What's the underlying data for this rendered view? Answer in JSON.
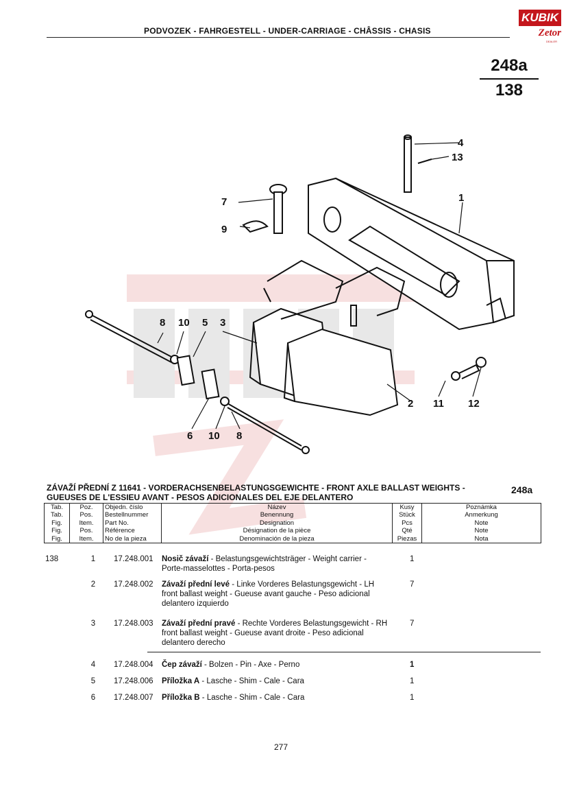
{
  "header": {
    "title": "PODVOZEK - FAHRGESTELL - UNDER-CARRIAGE - CHÂSSIS - CHASIS",
    "logo_top": "KUBIK",
    "logo_bottom": "Zetor",
    "logo_sub": "DEALER"
  },
  "page_ref": {
    "group": "248a",
    "number": "138"
  },
  "callouts": [
    "4",
    "13",
    "7",
    "1",
    "9",
    "8",
    "10",
    "5",
    "3",
    "2",
    "11",
    "12",
    "6",
    "10",
    "8"
  ],
  "section": {
    "title_line1": "ZÁVAŽÍ PŘEDNÍ Z 11641 - VORDERACHSENBELASTUNGSGEWICHTE - FRONT AXLE BALLAST WEIGHTS -",
    "title_line2": "GUEUSES DE L'ESSIEU AVANT - PESOS ADICIONALES DEL EJE DELANTERO",
    "code": "248a"
  },
  "table_header": {
    "tab": [
      "Tab.",
      "Tab.",
      "Fig.",
      "Fig.",
      "Fig."
    ],
    "pos": [
      "Poz.",
      "Pos.",
      "Item.",
      "Pos.",
      "Item."
    ],
    "part": [
      "Objedn. číslo",
      "Bestellnummer",
      "Part No.",
      "Référence",
      "No de la pieza"
    ],
    "name": [
      "Název",
      "Benennung",
      "Designation",
      "Désignation de la pièce",
      "Denominación de la pieza"
    ],
    "qty": [
      "Kusy",
      "Stück",
      "Pcs",
      "Qté",
      "Piezas"
    ],
    "note": [
      "Poznámka",
      "Anmerkung",
      "Note",
      "Note",
      "Nota"
    ]
  },
  "rows": [
    {
      "tab": "138",
      "pos": "1",
      "part": "17.248.001",
      "name_cz": "Nosič závaží",
      "desc": " - Belastungsgewichtsträger - Weight carrier - Porte-masselottes - Porta-pesos",
      "qty": "1"
    },
    {
      "tab": "",
      "pos": "2",
      "part": "17.248.002",
      "name_cz": "Závaží přední levé",
      "desc": " - Linke Vorderes Belastungsgewicht - LH front ballast weight - Gueuse avant gauche - Peso adicional delantero izquierdo",
      "qty": "7"
    },
    {
      "tab": "",
      "pos": "3",
      "part": "17.248.003",
      "name_cz": "Závaží přední pravé",
      "desc": " - Rechte Vorderes Belastungsgewicht - RH front ballast weight - Gueuse avant droite - Peso adicional delantero derecho",
      "qty": "7"
    },
    {
      "tab": "",
      "pos": "4",
      "part": "17.248.004",
      "name_cz": "Čep závaží",
      "desc": " - Bolzen - Pin - Axe - Perno",
      "qty": "1"
    },
    {
      "tab": "",
      "pos": "5",
      "part": "17.248.006",
      "name_cz": "Příložka A",
      "desc": " - Lasche - Shim - Cale - Cara",
      "qty": "1"
    },
    {
      "tab": "",
      "pos": "6",
      "part": "17.248.007",
      "name_cz": "Příložka B",
      "desc": " - Lasche - Shim - Cale - Cara",
      "qty": "1"
    }
  ],
  "footer": {
    "page": "277"
  },
  "colors": {
    "brand_red": "#c4161c",
    "ink": "#111111"
  }
}
